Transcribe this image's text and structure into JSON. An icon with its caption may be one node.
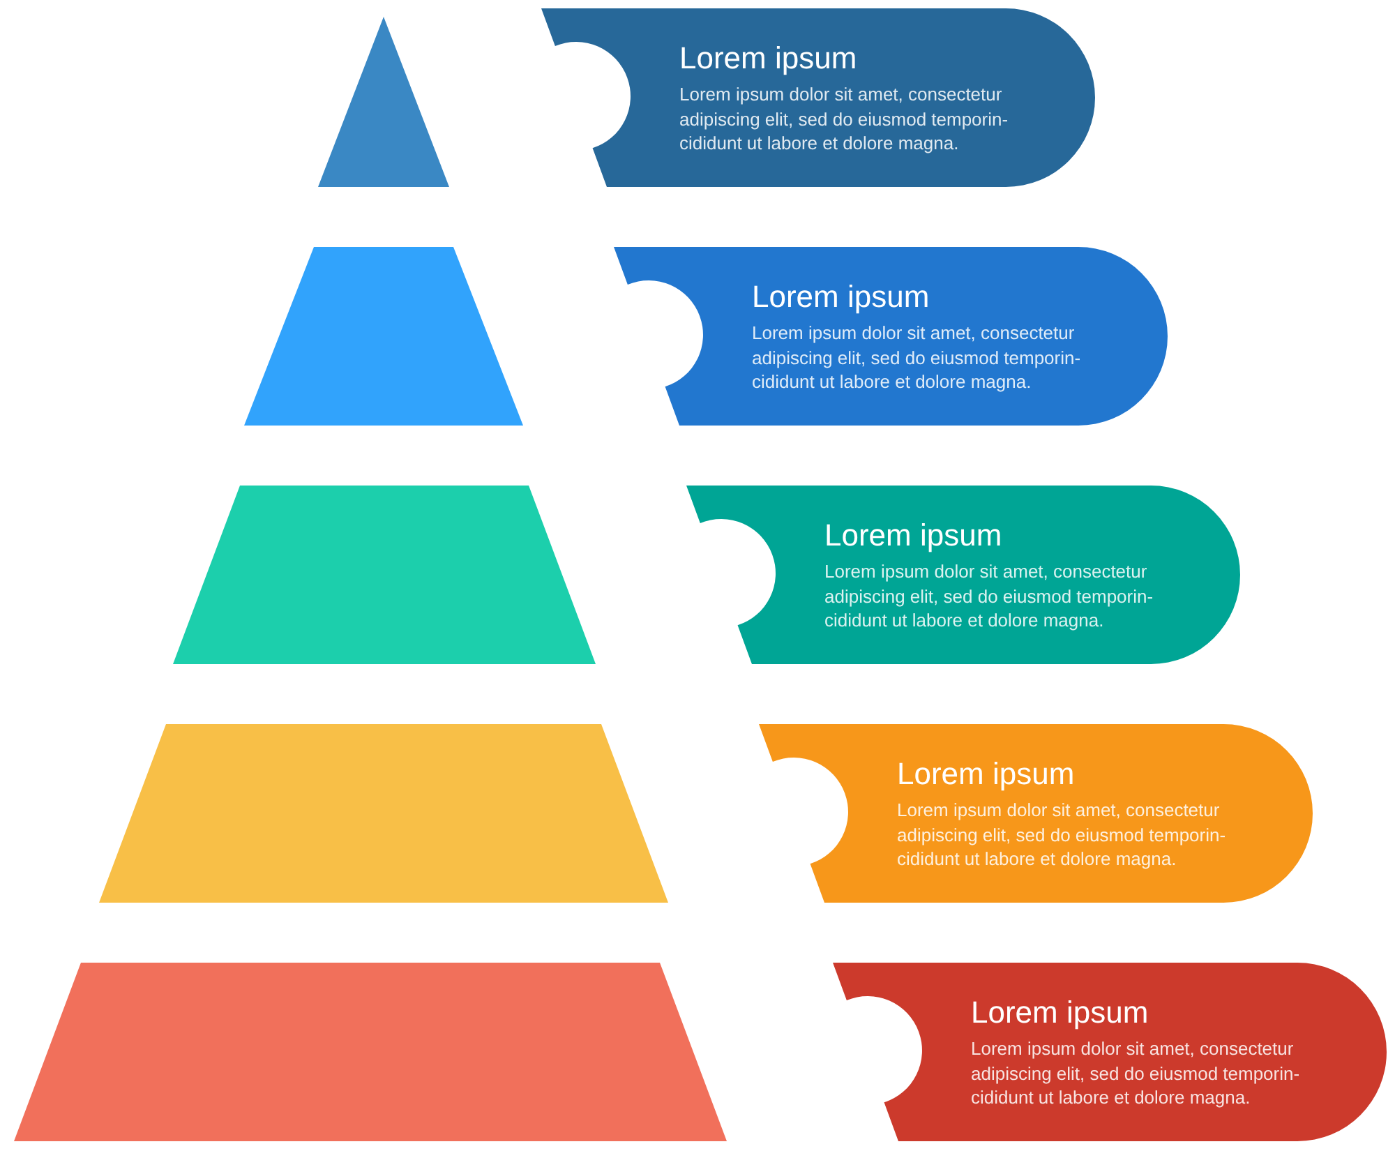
{
  "diagram": {
    "nodes": [
      {
        "text": [],
        "shape": "triangle"
      },
      {
        "text": [
          "Lorem ipsum",
          "Lorem ipsum dolor sit amet, consectetur adipiscing elit, sed do eiusmod temporin- cididunt ut labore et dolore magna."
        ]
      },
      {
        "text": [],
        "shape": "trapezoid"
      },
      {
        "text": [
          "Lorem ipsum",
          "Lorem ipsum dolor sit amet, consectetur adipiscing elit, sed do eiusmod temporin- cididunt ut labore et dolore magna."
        ]
      },
      {
        "text": [],
        "shape": "trapezoid"
      },
      {
        "text": [
          "Lorem ipsum",
          "Lorem ipsum dolor sit amet, consectetur adipiscing elit, sed do eiusmod temporin- cididunt ut labore et dolore magna."
        ]
      },
      {
        "text": [],
        "shape": "trapezoid"
      },
      {
        "text": [
          "Lorem ipsum",
          "Lorem ipsum dolor sit amet, consectetur adipiscing elit, sed do eiusmod temporin- cididunt ut labore et dolore magna."
        ]
      },
      {
        "text": [],
        "shape": "trapezoid"
      },
      {
        "text": [
          "Lorem ipsum",
          "Lorem ipsum dolor sit amet, consectetur adipiscing elit, sed do eiusmod temporin- cididunt ut labore et dolore magna."
        ]
      }
    ]
  }
}
